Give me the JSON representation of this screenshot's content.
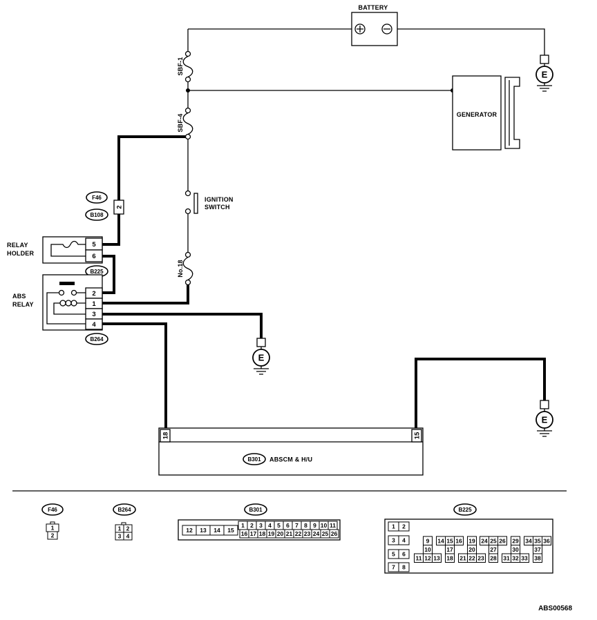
{
  "battery": {
    "label": "BATTERY"
  },
  "generator": {
    "label": "GENERATOR"
  },
  "fuses": {
    "sbf1": "SBF-1",
    "sbf4": "SBF-4",
    "no18": "No.18"
  },
  "ignition_switch": {
    "line1": "IGNITION",
    "line2": "SWITCH"
  },
  "relay_holder": {
    "line1": "RELAY",
    "line2": "HOLDER",
    "pins": [
      "5",
      "6"
    ]
  },
  "abs_relay": {
    "line1": "ABS",
    "line2": "RELAY",
    "pins": [
      "2",
      "1",
      "3",
      "4"
    ]
  },
  "connector_refs": {
    "f46": "F46",
    "b108": "B108",
    "b225": "B225",
    "b264": "B264",
    "b301": "B301"
  },
  "f46_pin": "2",
  "grounds": [
    "E",
    "E",
    "E"
  ],
  "abscm": {
    "label": "ABSCM & H/U",
    "pins": [
      "18",
      "15"
    ]
  },
  "legend": {
    "f46": {
      "label": "F46",
      "pins": [
        "1",
        "2"
      ]
    },
    "b264": {
      "label": "B264",
      "pins": [
        "1",
        "2",
        "3",
        "4"
      ]
    },
    "b301": {
      "label": "B301",
      "pins_left": [
        "12",
        "13",
        "14",
        "15"
      ],
      "pins_top": [
        "1",
        "2",
        "3",
        "4",
        "5",
        "6",
        "7",
        "8",
        "9",
        "10",
        "11"
      ],
      "pins_bottom": [
        "16",
        "17",
        "18",
        "19",
        "20",
        "21",
        "22",
        "23",
        "24",
        "25",
        "26"
      ]
    },
    "b225": {
      "label": "B225",
      "pairs": [
        [
          "1",
          "2"
        ],
        [
          "3",
          "4"
        ],
        [
          "5",
          "6"
        ],
        [
          "7",
          "8"
        ]
      ],
      "groups": [
        {
          "top": [
            "9"
          ],
          "mid": [
            "10"
          ],
          "bottom": [
            "11",
            "12",
            "13"
          ]
        },
        {
          "top": [
            "14",
            "15",
            "16"
          ],
          "mid": [
            "17"
          ],
          "bottom": [
            "18"
          ]
        },
        {
          "top": [
            "19"
          ],
          "mid": [
            "20"
          ],
          "bottom": [
            "21",
            "22",
            "23"
          ]
        },
        {
          "top": [
            "24",
            "25",
            "26"
          ],
          "mid": [
            "27"
          ],
          "bottom": [
            "28"
          ]
        },
        {
          "top": [
            "29"
          ],
          "mid": [
            "30"
          ],
          "bottom": [
            "31",
            "32",
            "33"
          ]
        },
        {
          "top": [
            "34",
            "35",
            "36"
          ],
          "mid": [
            "37"
          ],
          "bottom": [
            "38"
          ]
        }
      ]
    }
  },
  "diagram_code": "ABS00568"
}
